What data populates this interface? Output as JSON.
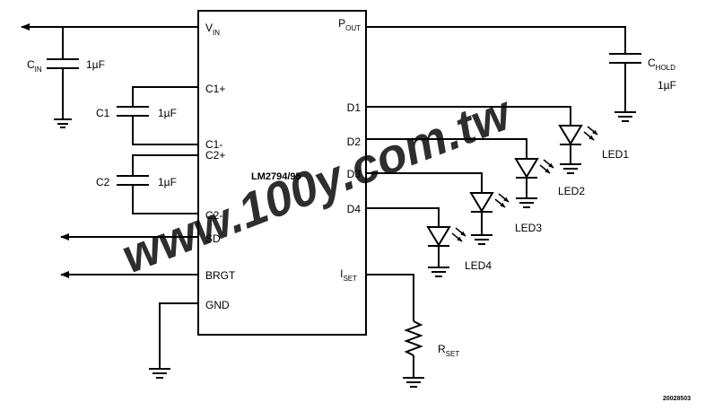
{
  "chip": {
    "name": "LM2794/95"
  },
  "pins_left": {
    "vin": "V",
    "vin_sub": "IN",
    "c1p": "C1+",
    "c1m": "C1-",
    "c2p": "C2+",
    "c2m": "C2-",
    "sd": "SD",
    "brgt": "BRGT",
    "gnd": "GND"
  },
  "pins_right": {
    "pout": "P",
    "pout_sub": "OUT",
    "d1": "D1",
    "d2": "D2",
    "d3": "D3",
    "d4": "D4",
    "iset": "I",
    "iset_sub": "SET"
  },
  "components": {
    "cin": {
      "name": "C",
      "sub": "IN",
      "value": "1µF"
    },
    "c1": {
      "name": "C1",
      "value": "1µF"
    },
    "c2": {
      "name": "C2",
      "value": "1µF"
    },
    "chold": {
      "name": "C",
      "sub": "HOLD",
      "value": "1µF"
    },
    "rset": {
      "name": "R",
      "sub": "SET"
    },
    "leds": [
      "LED1",
      "LED2",
      "LED3",
      "LED4"
    ]
  },
  "figure_id": "20028503",
  "watermark": "www.100y.com.tw"
}
